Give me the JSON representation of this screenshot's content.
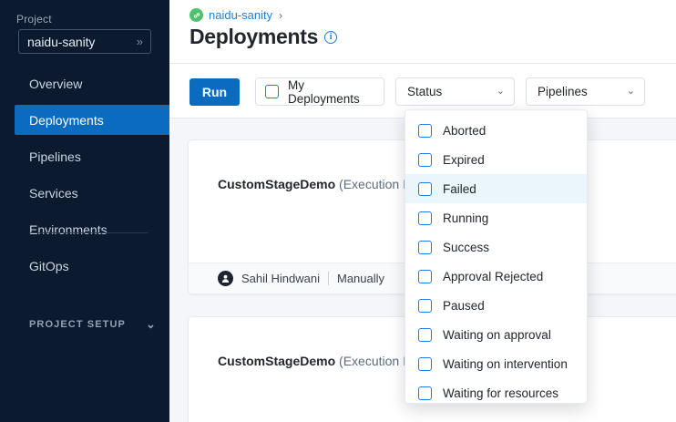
{
  "sidebar": {
    "project_label": "Project",
    "project_value": "naidu-sanity",
    "expand_icon": "»",
    "items": [
      {
        "label": "Overview",
        "active": false
      },
      {
        "label": "Deployments",
        "active": true
      },
      {
        "label": "Pipelines",
        "active": false
      },
      {
        "label": "Services",
        "active": false
      },
      {
        "label": "Environments",
        "active": false
      },
      {
        "label": "GitOps",
        "active": false
      }
    ],
    "section_label": "PROJECT SETUP",
    "section_chevron": "⌄"
  },
  "header": {
    "breadcrumb_project": "naidu-sanity",
    "breadcrumb_separator": "›",
    "breadcrumb_icon": "project-link-icon",
    "title": "Deployments",
    "info_icon_glyph": "i"
  },
  "toolbar": {
    "run_label": "Run",
    "my_deployments_label": "My Deployments",
    "my_deployments_checked": false,
    "status_label": "Status",
    "pipelines_label": "Pipelines",
    "chevron_glyph": "⌄"
  },
  "status_dropdown": {
    "open": true,
    "options": [
      {
        "label": "Aborted",
        "checked": false,
        "highlighted": false
      },
      {
        "label": "Expired",
        "checked": false,
        "highlighted": false
      },
      {
        "label": "Failed",
        "checked": false,
        "highlighted": true
      },
      {
        "label": "Running",
        "checked": false,
        "highlighted": false
      },
      {
        "label": "Success",
        "checked": false,
        "highlighted": false
      },
      {
        "label": "Approval Rejected",
        "checked": false,
        "highlighted": false
      },
      {
        "label": "Paused",
        "checked": false,
        "highlighted": false
      },
      {
        "label": "Waiting on approval",
        "checked": false,
        "highlighted": false
      },
      {
        "label": "Waiting on intervention",
        "checked": false,
        "highlighted": false
      },
      {
        "label": "Waiting for resources",
        "checked": false,
        "highlighted": false
      }
    ]
  },
  "cards": [
    {
      "pipeline_name": "CustomStageDemo",
      "execution_text": "(Execution Id",
      "user": "Sahil Hindwani",
      "trigger": "Manually"
    },
    {
      "pipeline_name": "CustomStageDemo",
      "execution_text": "(Execution Id",
      "user": "",
      "trigger": ""
    }
  ],
  "colors": {
    "sidebar_bg": "#0b1a2e",
    "accent_blue": "#0b6bbf",
    "link_blue": "#1f7fd4",
    "highlight_row": "#eaf6fc",
    "breadcrumb_icon_green": "#4dc16e",
    "page_bg": "#f4f6fa"
  }
}
